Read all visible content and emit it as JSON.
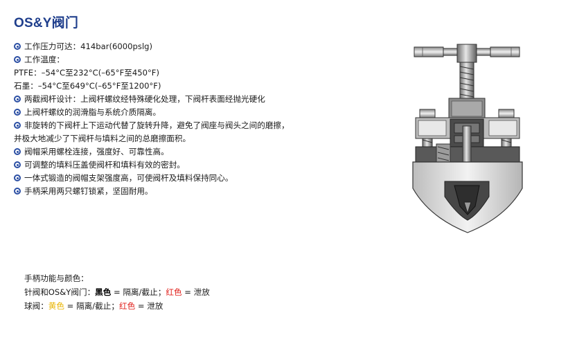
{
  "title": "OS&Y阀门",
  "features": [
    {
      "text": "工作压力可达：414bar(6000pslg)",
      "bullet": true
    },
    {
      "text": "工作温度：",
      "bullet": true
    },
    {
      "text": "PTFE：–54°C至232°C(–65°F至450°F)",
      "bullet": false
    },
    {
      "text": "石墨：–54°C至649°C(–65°F至1200°F)",
      "bullet": false
    },
    {
      "text": "两截阀杆设计：上阀杆螺纹经特殊硬化处理，下阀杆表面经抛光硬化",
      "bullet": true
    },
    {
      "text": "上阀杆螺纹的润滑脂与系统介质隔离。",
      "bullet": true
    },
    {
      "text": "非旋转的下阀杆上下运动代替了旋转升降，避免了阀座与阀头之间的磨擦，",
      "bullet": true
    },
    {
      "text": "并极大地减少了下阀杆与填料之间的总磨擦面积。",
      "bullet": false
    },
    {
      "text": "阀帽采用螺栓连接，强度好、可靠性高。",
      "bullet": true
    },
    {
      "text": "可调整的填料压盖使阀杆和填料有效的密封。",
      "bullet": true
    },
    {
      "text": "一体式锻造的阀帽支架强度高，可使阀杆及填料保持同心。",
      "bullet": true
    },
    {
      "text": "手柄采用两只螺钉锁紧，坚固耐用。",
      "bullet": true
    }
  ],
  "handle": {
    "heading": "手柄功能与颜色：",
    "needle": {
      "prefix": "针阀和OS&Y阀门：",
      "black_label": "黑色",
      "black_meaning": " = 隔离/截止；",
      "red_label": "红色",
      "red_meaning": " = 泄放"
    },
    "ball": {
      "prefix": "球阀：",
      "yellow_label": "黄色",
      "yellow_meaning": " = 隔离/截止；",
      "red_label": "红色",
      "red_meaning": " = 泄放"
    }
  },
  "colors": {
    "title": "#1f3e8c",
    "bullet": "#2a4ea3",
    "red": "#e0201b",
    "yellow": "#e8b400"
  },
  "figure_icon": "osy-valve-cross-section"
}
